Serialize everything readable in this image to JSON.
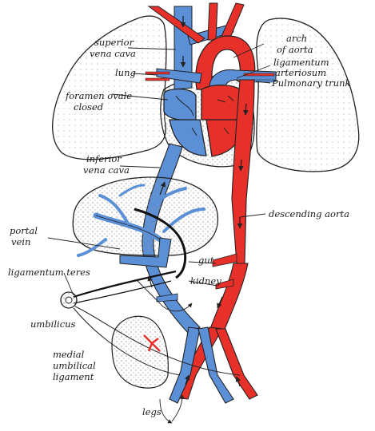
{
  "labels": {
    "superior_vena_cava_1": "superior",
    "superior_vena_cava_2": "vena cava",
    "lung": "lung",
    "foramen_ovale_1": "foramen ovale",
    "foramen_ovale_2": "closed",
    "inferior_vena_cava_1": "inferior",
    "inferior_vena_cava_2": "vena cava",
    "portal_vein_1": "portal",
    "portal_vein_2": "vein",
    "ligamentum_teres": "ligamentum teres",
    "umbilicus": "umbilicus",
    "medial_umbilical_1": "medial",
    "medial_umbilical_2": "umbilical",
    "medial_umbilical_3": "ligament",
    "legs": "legs",
    "arch_of_aorta_1": "arch",
    "arch_of_aorta_2": "of aorta",
    "ligamentum_arteriosum_1": "ligamentum",
    "ligamentum_arteriosum_2": "arteriosum",
    "pulmonary_trunk": "Pulmonary trunk",
    "descending_aorta": "descending aorta",
    "gut": "gut",
    "kidney": "kidney"
  },
  "colors": {
    "arterial": "#e8302a",
    "venous": "#5b8fd6",
    "venous_light": "#a9c4ec",
    "outline": "#222222",
    "liver_dots": "#9a9a9a"
  }
}
